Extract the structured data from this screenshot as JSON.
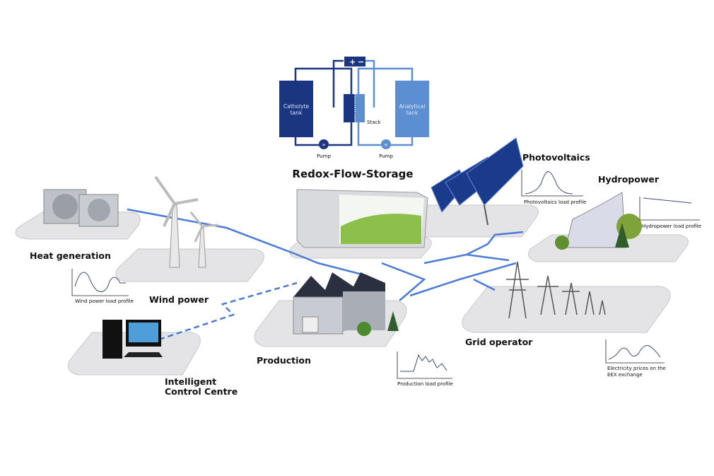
{
  "redox": {
    "title": "Redox-Flow-Storage",
    "catholyte_line1": "Catholyte",
    "catholyte_line2": "tank",
    "analytical_line1": "Analytical",
    "analytical_line2": "tank",
    "stack": "Stack",
    "pump_left": "Pump",
    "pump_right": "Pump",
    "plus": "+",
    "minus": "−"
  },
  "nodes": {
    "heat": "Heat generation",
    "wind": "Wind power",
    "control_line1": "Intelligent",
    "control_line2": "Control Centre",
    "production": "Production",
    "grid": "Grid operator",
    "pv": "Photovoltaics",
    "hydro": "Hydropower"
  },
  "profiles": {
    "wind": "Wind power load profile",
    "production": "Production load profile",
    "pv": "Photovoltaics load profile",
    "hydro": "Hydropower load profile",
    "eex_line1": "Electricity prices on the",
    "eex_line2": "EEX exchange"
  },
  "colors": {
    "dark_blue": "#1b3580",
    "light_blue": "#5b8fd1",
    "flow": "#4b7bd4",
    "platform": "#e4e4e6"
  }
}
